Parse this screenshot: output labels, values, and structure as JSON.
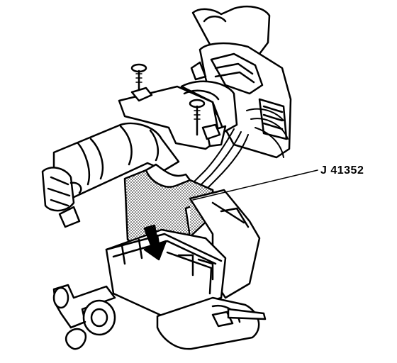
{
  "diagram": {
    "callouts": [
      {
        "label": "J 41352"
      }
    ],
    "components": [
      "vise",
      "steering-column",
      "holding-fixture",
      "mounting-bolts",
      "wiring-harness",
      "ignition-housing",
      "column-bracket"
    ],
    "line_color": "#000000",
    "fill_color": "#ffffff",
    "stipple_color": "#000000"
  }
}
